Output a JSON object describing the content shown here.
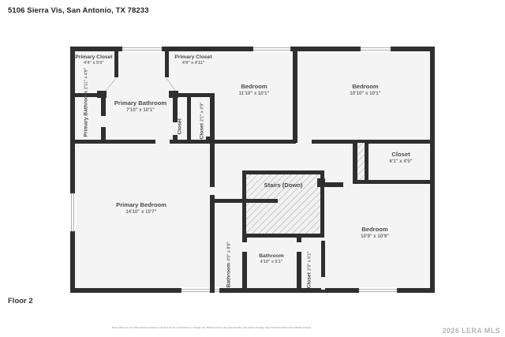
{
  "header": {
    "address": "5106 Sierra Vis, San Antonio, TX 78233"
  },
  "footer": {
    "floor_label": "Floor 2",
    "disclaimer": "Floor plans are for informational purposes only and not for construction or design use. Measurements are approximate, and square footage may include finished and unfinished areas.",
    "watermark": "2026 LERA MLS"
  },
  "floorplan": {
    "rooms": [
      {
        "id": "primary-closet-left",
        "name": "Primary Closet",
        "dim": "4'4\" x 5'0\""
      },
      {
        "id": "primary-closet-right",
        "name": "Primary Closet",
        "dim": "4'9\" x 4'11\""
      },
      {
        "id": "primary-bathroom",
        "name": "Primary Bathroom",
        "dim": "7'10\" x 10'1\""
      },
      {
        "id": "primary-bathroom-small",
        "name": "Primary Bathroom",
        "dim": "2'11\" x 4'9\""
      },
      {
        "id": "closet-mid-narrow",
        "name": "Closet",
        "dim": ""
      },
      {
        "id": "closet-mid",
        "name": "Closet",
        "dim": "2'1\" x 4'9\""
      },
      {
        "id": "bedroom-top-mid",
        "name": "Bedroom",
        "dim": "11'10\" x 10'1\""
      },
      {
        "id": "bedroom-top-right",
        "name": "Bedroom",
        "dim": "10'10\" x 10'1\""
      },
      {
        "id": "closet-right",
        "name": "Closet",
        "dim": "6'1\" x 4'5\""
      },
      {
        "id": "primary-bedroom",
        "name": "Primary Bedroom",
        "dim": "14'10\" x 15'7\""
      },
      {
        "id": "stairs",
        "name": "Stairs (Down)",
        "dim": ""
      },
      {
        "id": "bathroom-vertical",
        "name": "Bathroom",
        "dim": "4'0\" x 8'8\""
      },
      {
        "id": "bathroom-lower",
        "name": "Bathroom",
        "dim": "4'10\" x 5'1\""
      },
      {
        "id": "closet-lower",
        "name": "Closet",
        "dim": "2'3\" x 5'1\""
      },
      {
        "id": "bedroom-bottom-right",
        "name": "Bedroom",
        "dim": "10'9\" x 10'9\""
      }
    ],
    "colors": {
      "wall": "#2f2f2f",
      "floor": "#f4f4f4",
      "window": "#ffffff",
      "hatch": "#8a8a8a",
      "text": "#4a4a4a"
    }
  }
}
